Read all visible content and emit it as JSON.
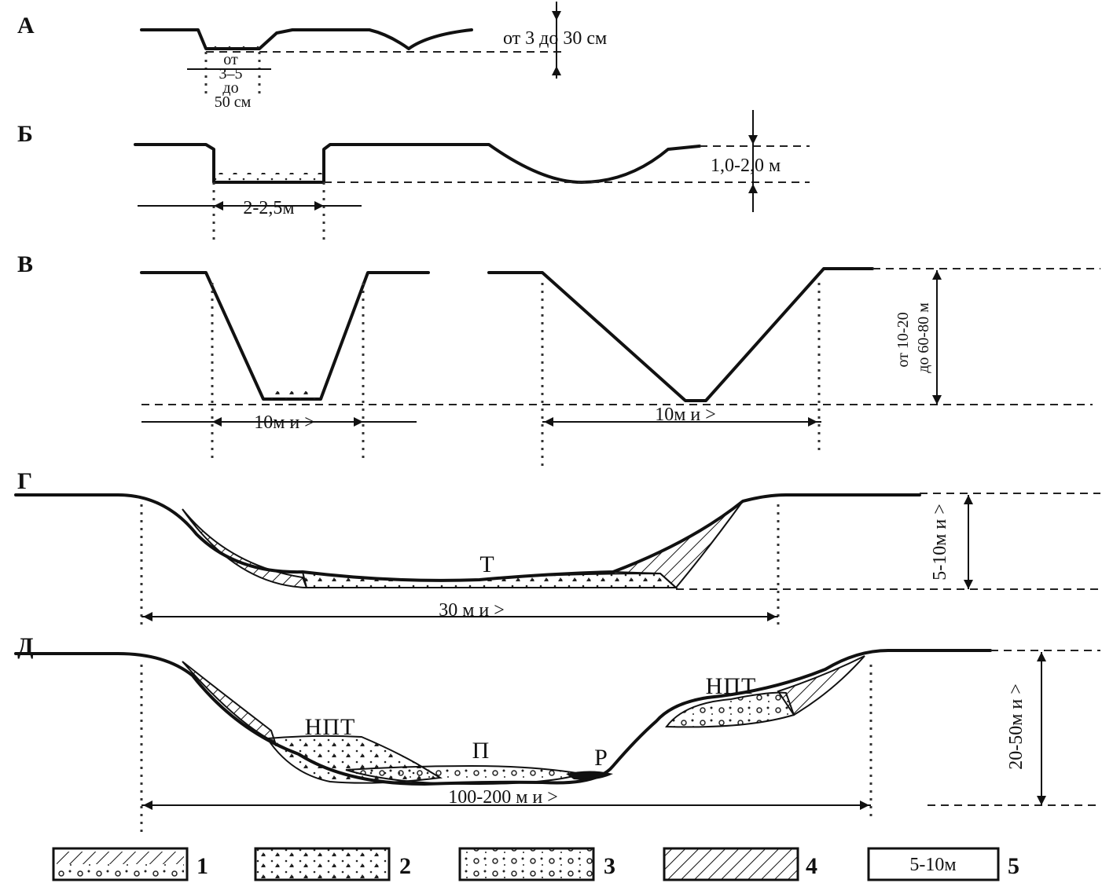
{
  "panels": [
    {
      "id": "A",
      "letter": "А",
      "width_label": "от 3-5 до 50 см",
      "width_lines": [
        "от",
        "3–5",
        "до",
        "50 см"
      ],
      "depth_label": "от 3 до 30 см"
    },
    {
      "id": "B",
      "letter": "Б",
      "width_label": "2-2,5м",
      "depth_label": "1,0-2,0 м"
    },
    {
      "id": "V",
      "letter": "В",
      "width_label_left": "10м и >",
      "width_label_right": "10м и >",
      "depth_label_lines": [
        "от 10-20",
        "до 60-80 м"
      ]
    },
    {
      "id": "G",
      "letter": "Г",
      "terrace_label": "Т",
      "width_label": "30 м и >",
      "depth_label": "5-10м и >"
    },
    {
      "id": "D",
      "letter": "Д",
      "terrace_left": "НПТ",
      "terrace_right": "НПТ",
      "floodplain_label": "П",
      "channel_label": "Р",
      "width_label": "100-200 м и >",
      "depth_label": "20-50м и >"
    }
  ],
  "legend": [
    {
      "num": "1",
      "pattern": "hatch-gravel"
    },
    {
      "num": "2",
      "pattern": "sand-gravel"
    },
    {
      "num": "3",
      "pattern": "boulders"
    },
    {
      "num": "4",
      "pattern": "hatch"
    },
    {
      "num": "5",
      "pattern": "text",
      "text": "5-10м"
    }
  ]
}
